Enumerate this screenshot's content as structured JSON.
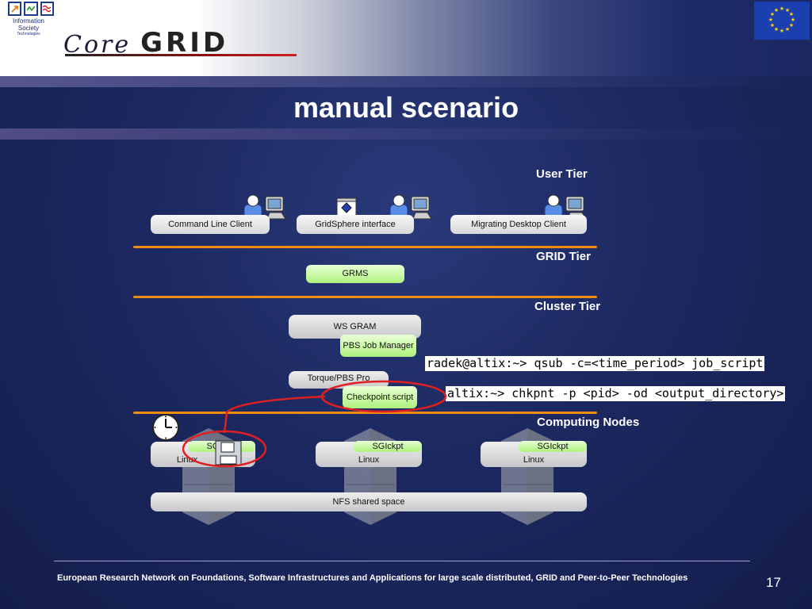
{
  "header": {
    "ist_logo_text": "Information Society",
    "ist_logo_sub": "Technologies",
    "coregrid_core": "Core",
    "coregrid_grid": "GRID"
  },
  "title": "manual scenario",
  "tiers": {
    "user": "User Tier",
    "grid": "GRID Tier",
    "cluster": "Cluster Tier",
    "computing": "Computing Nodes"
  },
  "user_tier": {
    "clients": [
      "Command Line Client",
      "GridSphere interface",
      "Migrating Desktop Client"
    ]
  },
  "grid_tier": {
    "grms": "GRMS"
  },
  "cluster_tier": {
    "ws_gram": "WS GRAM",
    "pbs_job_manager": "PBS Job Manager",
    "torque": "Torque/PBS Pro",
    "checkpoint_script": "Checkpoint script"
  },
  "commands": {
    "qsub": "radek@altix:~> qsub -c=<time_period> job_script",
    "chkpnt": "altix:~> chkpnt -p <pid> -od <output_directory>"
  },
  "nodes": [
    {
      "module": "SGIckpt",
      "os": "Linux"
    },
    {
      "module": "SGIckpt",
      "os": "Linux"
    },
    {
      "module": "SGIckpt",
      "os": "Linux"
    }
  ],
  "nfs": "NFS shared space",
  "footer": {
    "text": "European Research Network on Foundations, Software Infrastructures and Applications for large scale distributed, GRID and Peer-to-Peer Technologies",
    "page": "17"
  },
  "colors": {
    "separator": "#f08c10",
    "highlight_ellipse": "#e02020",
    "green_box": "#aef27e"
  },
  "icons": [
    "user-computer-icon",
    "web-page-icon",
    "clock-icon",
    "floppy-disk-icon",
    "server-stack-icon",
    "eu-flag-icon"
  ]
}
